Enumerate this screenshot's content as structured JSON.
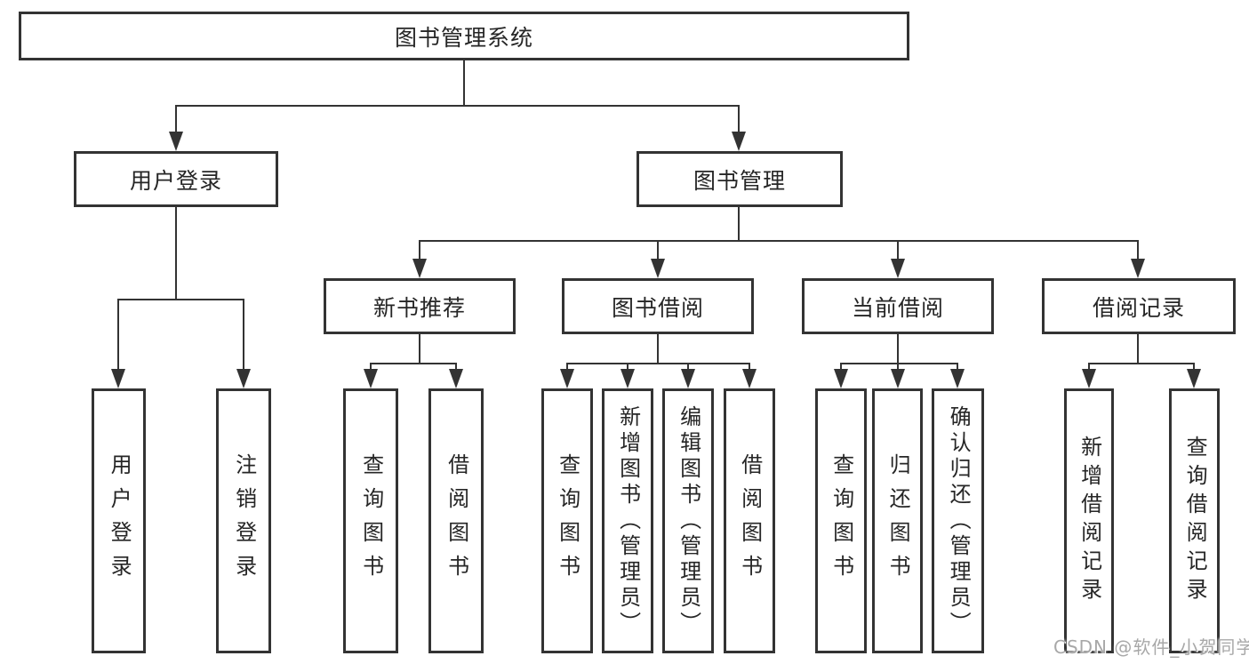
{
  "diagram": {
    "type": "hierarchy-tree",
    "tree": {
      "root": {
        "label": "图书管理系统"
      },
      "branches": [
        {
          "label": "用户登录",
          "children": [
            {
              "label": "用户登录"
            },
            {
              "label": "注销登录"
            }
          ]
        },
        {
          "label": "图书管理",
          "children": [
            {
              "label": "新书推荐",
              "children": [
                {
                  "label": "查询图书"
                },
                {
                  "label": "借阅图书"
                }
              ]
            },
            {
              "label": "图书借阅",
              "children": [
                {
                  "label": "查询图书"
                },
                {
                  "label": "新增图书（管理员）"
                },
                {
                  "label": "编辑图书（管理员）"
                },
                {
                  "label": "借阅图书"
                }
              ]
            },
            {
              "label": "当前借阅",
              "children": [
                {
                  "label": "查询图书"
                },
                {
                  "label": "归还图书"
                },
                {
                  "label": "确认归还（管理员）"
                }
              ]
            },
            {
              "label": "借阅记录",
              "children": [
                {
                  "label": "新增借阅记录"
                },
                {
                  "label": "查询借阅记录"
                }
              ]
            }
          ]
        }
      ]
    }
  },
  "watermark": {
    "text": "CSDN @软件_小贺同学"
  },
  "colors": {
    "line": "#333333",
    "border": "#333333",
    "text": "#262626",
    "watermark": "#a8a8a8",
    "background": "#ffffff"
  }
}
